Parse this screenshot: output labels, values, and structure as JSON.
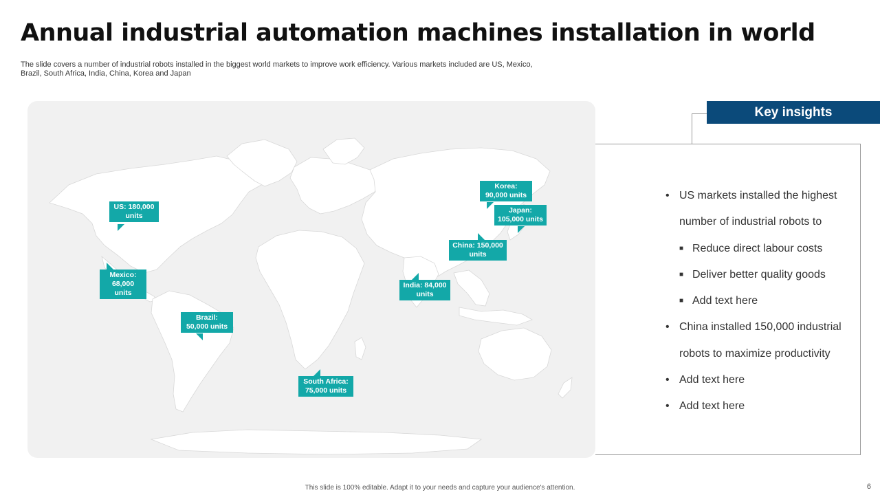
{
  "slide": {
    "title": "Annual industrial automation machines installation in world",
    "subtitle": "The slide covers a number of industrial robots installed in the biggest world markets to improve work efficiency. Various markets included are US, Mexico,\n Brazil, South Africa, India, China, Korea and Japan",
    "footer": "This slide is 100% editable. Adapt it to your needs and capture your audience's attention.",
    "page_number": "6"
  },
  "map": {
    "accent_color": "#13a8a8",
    "land_color": "#ffffff",
    "background_color": "#f1f1f1",
    "callouts": [
      {
        "id": "us",
        "label": "US: 180,000 units"
      },
      {
        "id": "mexico",
        "label": "Mexico: 68,000 units"
      },
      {
        "id": "brazil",
        "label": "Brazil: 50,000 units"
      },
      {
        "id": "south-africa",
        "label": "South Africa: 75,000 units"
      },
      {
        "id": "india",
        "label": "India: 84,000 units"
      },
      {
        "id": "china",
        "label": "China: 150,000 units"
      },
      {
        "id": "korea",
        "label": "Korea: 90,000 units"
      },
      {
        "id": "japan",
        "label": "Japan: 105,000 units"
      }
    ]
  },
  "insights": {
    "header": "Key insights",
    "header_color": "#0b4a7a",
    "items": [
      {
        "level": 1,
        "text": "US markets installed the highest"
      },
      {
        "level": 0,
        "text": "number of industrial robots to"
      },
      {
        "level": 2,
        "text": "Reduce direct labour costs"
      },
      {
        "level": 2,
        "text": "Deliver better quality goods"
      },
      {
        "level": 2,
        "text": "Add text here"
      },
      {
        "level": 1,
        "text": "China installed 150,000 industrial"
      },
      {
        "level": 0,
        "text": "robots to maximize productivity"
      },
      {
        "level": 1,
        "text": "Add text here"
      },
      {
        "level": 1,
        "text": "Add text here"
      }
    ]
  }
}
